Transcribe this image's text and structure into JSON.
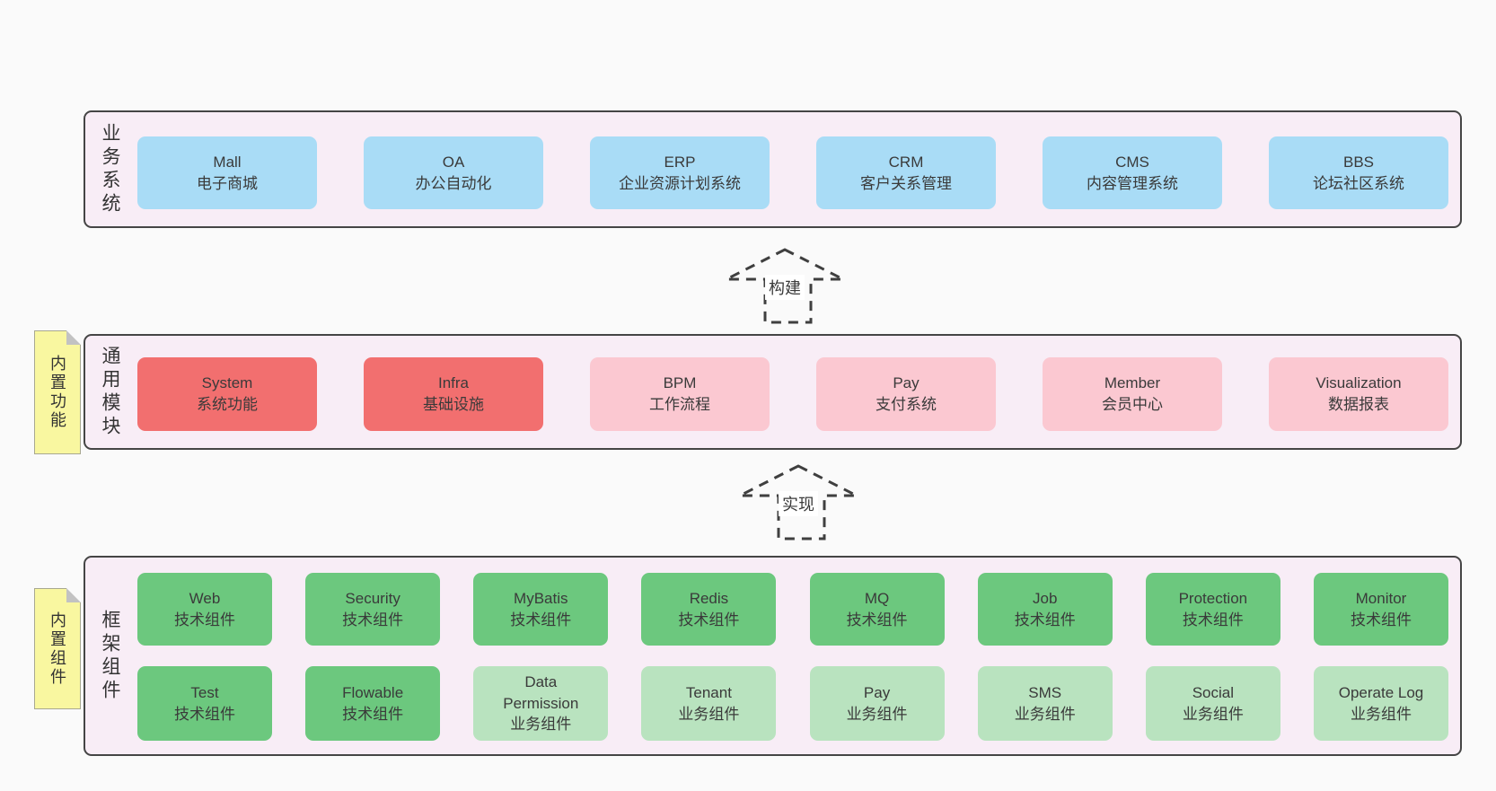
{
  "page": {
    "background": "#fafafa"
  },
  "palette": {
    "layer_background": "#f8edf6",
    "layer_border": "#454545",
    "blue": "#a9dcf6",
    "red": "#f26f6f",
    "pink": "#fbc8d1",
    "green": "#6cc87e",
    "lightgreen": "#b9e3bf",
    "note_yellow": "#f9f7a0",
    "text": "#3a3a3a"
  },
  "arrows": [
    {
      "label": "构建"
    },
    {
      "label": "实现"
    }
  ],
  "layers": [
    {
      "label": "业务系统",
      "rows": [
        [
          {
            "name": "mall",
            "en": "Mall",
            "zh": "电子商城",
            "color": "blue"
          },
          {
            "name": "oa",
            "en": "OA",
            "zh": "办公自动化",
            "color": "blue"
          },
          {
            "name": "erp",
            "en": "ERP",
            "zh": "企业资源计划系统",
            "color": "blue"
          },
          {
            "name": "crm",
            "en": "CRM",
            "zh": "客户关系管理",
            "color": "blue"
          },
          {
            "name": "cms",
            "en": "CMS",
            "zh": "内容管理系统",
            "color": "blue"
          },
          {
            "name": "bbs",
            "en": "BBS",
            "zh": "论坛社区系统",
            "color": "blue"
          }
        ]
      ]
    },
    {
      "label": "通用模块",
      "note": "内置功能",
      "rows": [
        [
          {
            "name": "system",
            "en": "System",
            "zh": "系统功能",
            "color": "red"
          },
          {
            "name": "infra",
            "en": "Infra",
            "zh": "基础设施",
            "color": "red"
          },
          {
            "name": "bpm",
            "en": "BPM",
            "zh": "工作流程",
            "color": "pink"
          },
          {
            "name": "pay",
            "en": "Pay",
            "zh": "支付系统",
            "color": "pink"
          },
          {
            "name": "member",
            "en": "Member",
            "zh": "会员中心",
            "color": "pink"
          },
          {
            "name": "visualization",
            "en": "Visualization",
            "zh": "数据报表",
            "color": "pink"
          }
        ]
      ]
    },
    {
      "label": "框架组件",
      "note": "内置组件",
      "rows": [
        [
          {
            "name": "web",
            "en": "Web",
            "zh": "技术组件",
            "color": "green"
          },
          {
            "name": "security",
            "en": "Security",
            "zh": "技术组件",
            "color": "green"
          },
          {
            "name": "mybatis",
            "en": "MyBatis",
            "zh": "技术组件",
            "color": "green"
          },
          {
            "name": "redis",
            "en": "Redis",
            "zh": "技术组件",
            "color": "green"
          },
          {
            "name": "mq",
            "en": "MQ",
            "zh": "技术组件",
            "color": "green"
          },
          {
            "name": "job",
            "en": "Job",
            "zh": "技术组件",
            "color": "green"
          },
          {
            "name": "protection",
            "en": "Protection",
            "zh": "技术组件",
            "color": "green"
          },
          {
            "name": "monitor",
            "en": "Monitor",
            "zh": "技术组件",
            "color": "green"
          }
        ],
        [
          {
            "name": "test",
            "en": "Test",
            "zh": "技术组件",
            "color": "green"
          },
          {
            "name": "flowable",
            "en": "Flowable",
            "zh": "技术组件",
            "color": "green"
          },
          {
            "name": "data-permission",
            "en": "Data Permission",
            "zh": "业务组件",
            "color": "lightgreen"
          },
          {
            "name": "tenant",
            "en": "Tenant",
            "zh": "业务组件",
            "color": "lightgreen"
          },
          {
            "name": "pay-business",
            "en": "Pay",
            "zh": "业务组件",
            "color": "lightgreen"
          },
          {
            "name": "sms",
            "en": "SMS",
            "zh": "业务组件",
            "color": "lightgreen"
          },
          {
            "name": "social",
            "en": "Social",
            "zh": "业务组件",
            "color": "lightgreen"
          },
          {
            "name": "operate-log",
            "en": "Operate Log",
            "zh": "业务组件",
            "color": "lightgreen"
          }
        ]
      ]
    }
  ]
}
